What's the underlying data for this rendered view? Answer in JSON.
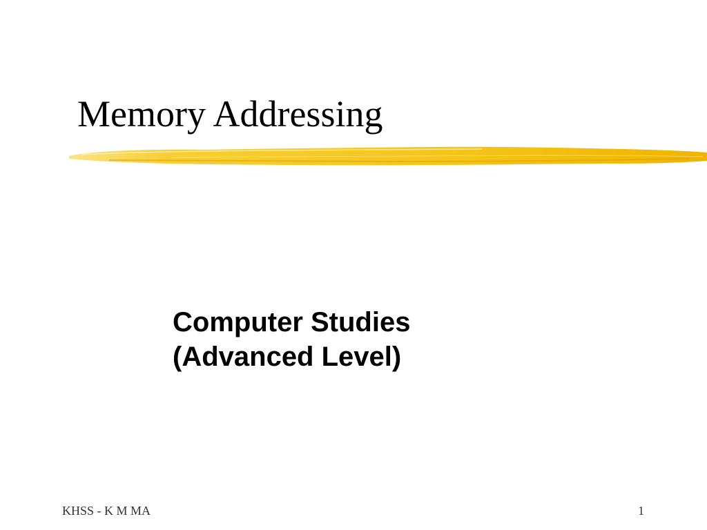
{
  "slide": {
    "title": "Memory Addressing",
    "subtitle_lines": [
      "Computer Studies",
      "(Advanced Level)"
    ],
    "footer_left": "KHSS - K M MA",
    "slide_number": "1"
  },
  "colors": {
    "accent_brush": "#f5c518",
    "accent_brush_dark": "#e8a800",
    "text": "#000000"
  }
}
